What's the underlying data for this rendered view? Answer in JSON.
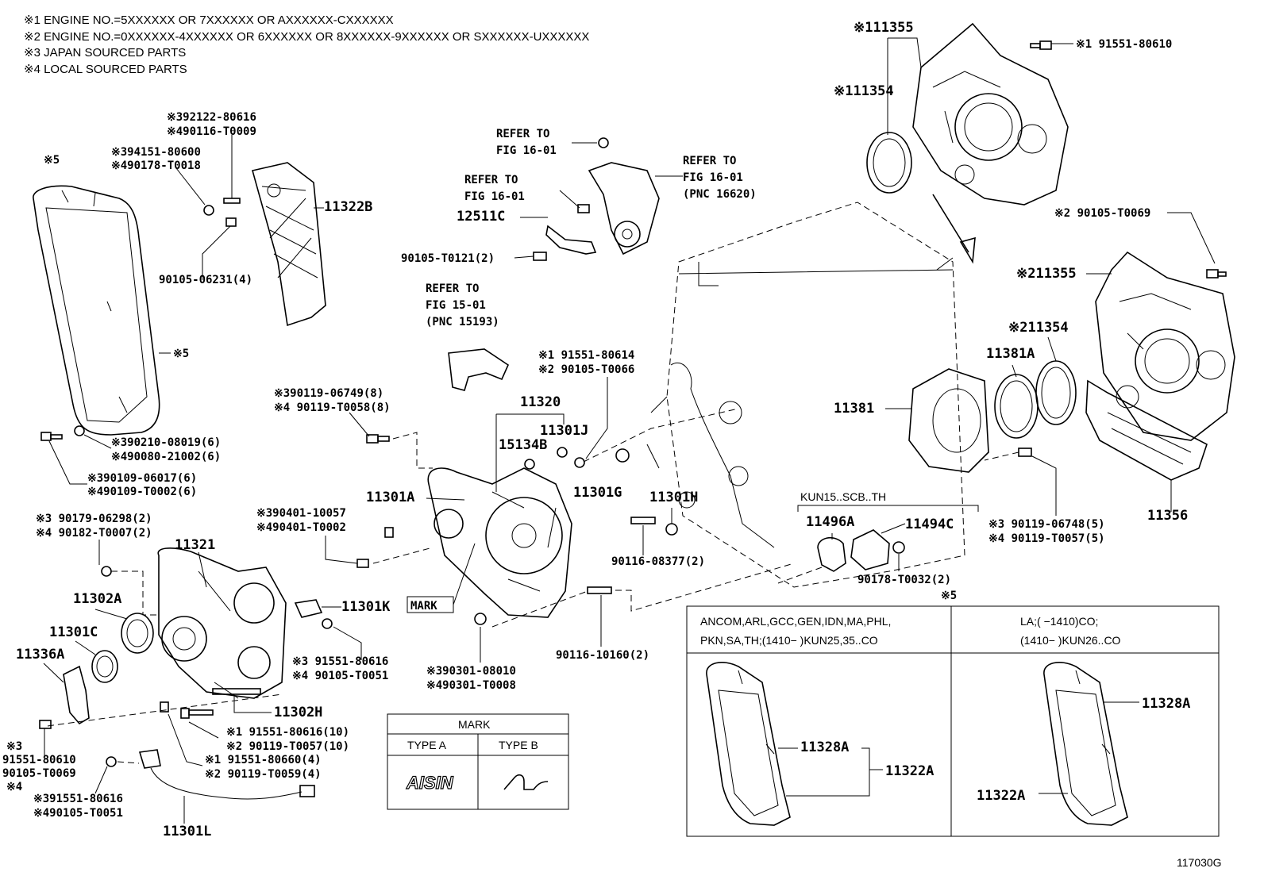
{
  "notes": [
    "※1 ENGINE NO.=5XXXXXX OR 7XXXXXX OR AXXXXXX-CXXXXXX",
    "※2 ENGINE NO.=0XXXXXX-4XXXXXX OR 6XXXXXX OR 8XXXXXX-9XXXXXX OR SXXXXXX-UXXXXXX",
    "※3 JAPAN SOURCED PARTS",
    "※4 LOCAL SOURCED PARTS"
  ],
  "labels": {
    "s5_a": "※5",
    "s5_b": "※5",
    "p92122": "※392122-80616",
    "p90116_t0009": "※490116-T0009",
    "p94151": "※394151-80600",
    "p90178_t0018": "※490178-T0018",
    "p11322b": "11322B",
    "p90105_06231": "90105-06231(4)",
    "refer1": "REFER TO",
    "refer1b": "FIG 16-01",
    "refer2": "REFER TO",
    "refer2b": "FIG 16-01",
    "refer3": "REFER TO",
    "refer3b": "FIG 16-01",
    "refer3c": "(PNC 16620)",
    "p12511c": "12511C",
    "p90105_t0121": "90105-T0121(2)",
    "refer4": "REFER TO",
    "refer4b": "FIG 15-01",
    "refer4c": "(PNC 15193)",
    "p91551_80614": "※1 91551-80614",
    "p90105_t0066": "※2 90105-T0066",
    "p11320": "11320",
    "p11301j": "11301J",
    "p15134b": "15134B",
    "p90119_06749": "※390119-06749(8)",
    "p90119_t0058": "※4 90119-T0058(8)",
    "p90210": "※390210-08019(6)",
    "p90080": "※490080-21002(6)",
    "p90109_06017": "※390109-06017(6)",
    "p90109_t0002": "※490109-T0002(6)",
    "p11301a": "11301A",
    "p11301g": "11301G",
    "p11301h": "11301H",
    "p90401": "※390401-10057",
    "p90401_t": "※490401-T0002",
    "p90179": "※3 90179-06298(2)",
    "p90182": "※4 90182-T0007(2)",
    "p11321": "11321",
    "p11302a": "11302A",
    "p11301c": "11301C",
    "p11336a": "11336A",
    "p11301k": "11301K",
    "mark_lbl": "MARK",
    "p91551_80616a": "※3 91551-80616",
    "p90105_t0051a": "※4 90105-T0051",
    "p90301": "※390301-08010",
    "p90301_t": "※490301-T0008",
    "p90116_08377": "90116-08377(2)",
    "p90116_10160": "90116-10160(2)",
    "p11302h": "11302H",
    "p91551_80616_10": "※1 91551-80616(10)",
    "p90119_t0057_10": "※2 90119-T0057(10)",
    "p91551_80660": "※1 91551-80660(4)",
    "p90119_t0059": "※2 90119-T0059(4)",
    "s3_left": "※3",
    "p91551_80610_l": "91551-80610",
    "p90105_t0069_l": "90105-T0069",
    "s4_left": "※4",
    "p91551_80616b": "※391551-80616",
    "p90105_t0051b": "※490105-T0051",
    "p11301l": "11301L",
    "p11355_1": "※111355",
    "p11354_1": "※111354",
    "p91551_80610_r": "※1 91551-80610",
    "p90105_t0069_r": "※2 90105-T0069",
    "p11355_2": "※211355",
    "p11354_2": "※211354",
    "p11381a": "11381A",
    "p11381": "11381",
    "p11356": "11356",
    "kun15": "KUN15..SCB..TH",
    "p11496a": "11496A",
    "p11494c": "11494C",
    "p90178_t0032": "90178-T0032(2)",
    "p90119_06748": "※3 90119-06748(5)",
    "p90119_t0057_5": "※4 90119-T0057(5)",
    "s5_c": "※5",
    "p11328a_l": "11328A",
    "p11322a_l": "11322A",
    "p11328a_r": "11328A",
    "p11322a_r": "11322A",
    "figure_code": "117030G"
  },
  "mark_table": {
    "title": "MARK",
    "col_a": "TYPE A",
    "col_b": "TYPE B",
    "logo_a": "AISIN"
  },
  "variant_table": {
    "left_header_1": "ANCOM,ARL,GCC,GEN,IDN,MA,PHL,",
    "left_header_2": "PKN,SA,TH;(1410−        )KUN25,35..CO",
    "right_header_1": "LA;(        −1410)CO;",
    "right_header_2": "(1410−        )KUN26..CO"
  }
}
